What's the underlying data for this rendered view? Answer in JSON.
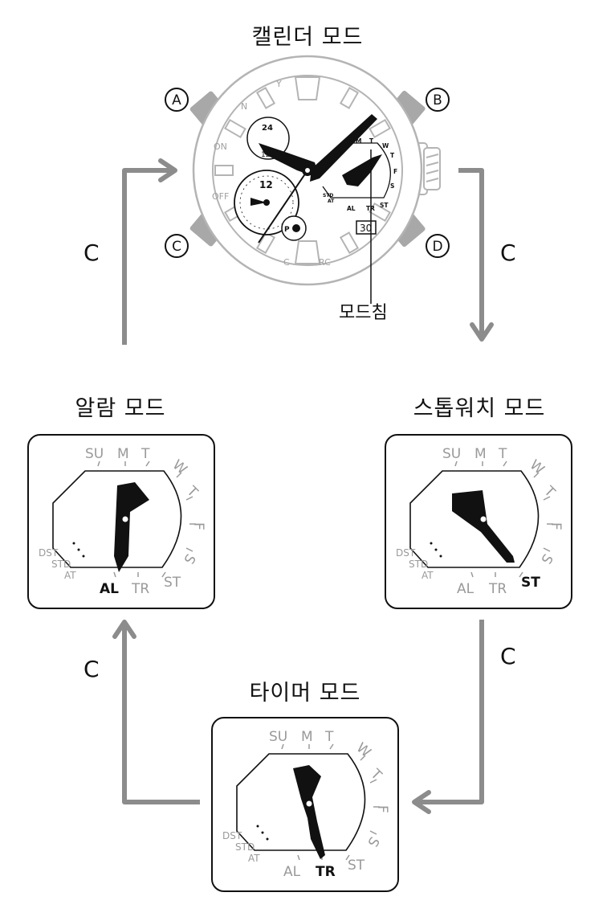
{
  "titles": {
    "calendar": "캘린더 모드",
    "stopwatch": "스톱워치 모드",
    "timer": "타이머 모드",
    "alarm": "알람 모드"
  },
  "cycle_button": "C",
  "mode_hand_label": "모드침",
  "buttons": [
    "A",
    "B",
    "C",
    "D"
  ],
  "watch_face": {
    "bezel": [
      "N",
      "Y",
      "ON",
      "OFF",
      "C",
      "RC"
    ],
    "dial_24": "24",
    "dial_12": "12",
    "dial_small": "12",
    "dial_p": "P",
    "date": "30",
    "sub": [
      "M",
      "T",
      "W",
      "T",
      "F",
      "S",
      "ST",
      "TR",
      "AL",
      "STD",
      "AT"
    ]
  },
  "dial_labels": {
    "days": [
      "SU",
      "M",
      "T",
      "W",
      "T",
      "F",
      "S"
    ],
    "modes": [
      "ST",
      "TR",
      "AL"
    ],
    "settings": [
      "DST",
      "STD",
      "AT"
    ]
  },
  "colors": {
    "arrow": "#8c8c8c",
    "watch_outline": "#b4b4b4",
    "button": "#a8a8a8",
    "label_gray": "#9a9a9a",
    "ink": "#111111"
  }
}
